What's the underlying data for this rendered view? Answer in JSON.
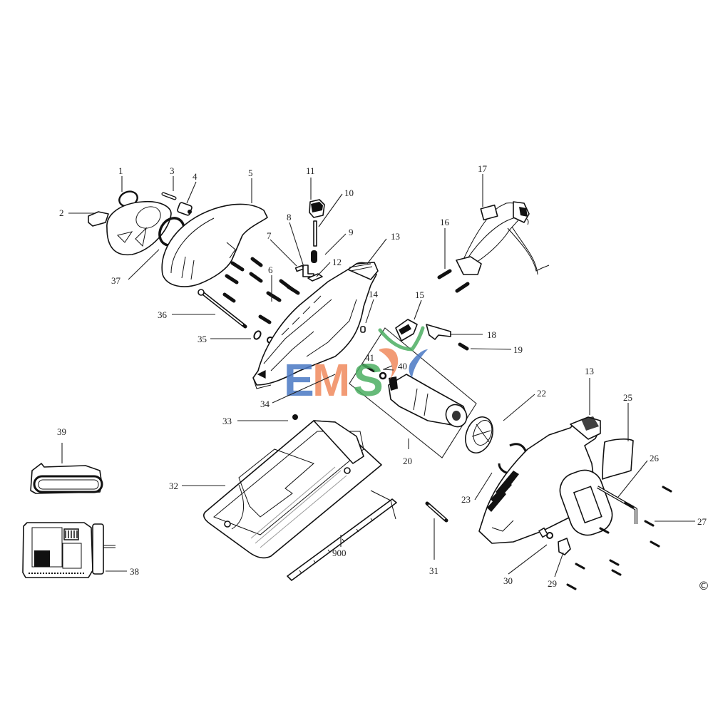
{
  "diagram": {
    "type": "exploded-parts-diagram",
    "subject": "cordless circular saw with battery and charger",
    "copyright_symbol": "©",
    "watermark": {
      "text": "EMS",
      "letters": [
        "E",
        "M",
        "S"
      ],
      "colors": {
        "E": "#4a78c4",
        "M": "#f08a5d",
        "S": "#4cae62",
        "swoosh_green": "#4cae62",
        "swoosh_orange": "#f08a5d",
        "swoosh_blue": "#4a78c4"
      }
    },
    "labels": [
      {
        "id": "1",
        "text": "1",
        "part": "o-ring"
      },
      {
        "id": "2",
        "text": "2",
        "part": "lever"
      },
      {
        "id": "3",
        "text": "3",
        "part": "pin"
      },
      {
        "id": "4",
        "text": "4",
        "part": "bushing"
      },
      {
        "id": "5",
        "text": "5",
        "part": "upper blade guard"
      },
      {
        "id": "6",
        "text": "6",
        "part": "screws"
      },
      {
        "id": "7",
        "text": "7",
        "part": "clip"
      },
      {
        "id": "8",
        "text": "8",
        "part": "bracket"
      },
      {
        "id": "9",
        "text": "9",
        "part": "spring"
      },
      {
        "id": "10",
        "text": "10",
        "part": "rod"
      },
      {
        "id": "11",
        "text": "11",
        "part": "button cap"
      },
      {
        "id": "12",
        "text": "12",
        "part": "contact plate"
      },
      {
        "id": "13",
        "text": "13",
        "part": "housing half (left)"
      },
      {
        "id": "13b",
        "text": "13",
        "part": "housing half (right)"
      },
      {
        "id": "14",
        "text": "14",
        "part": "small pin"
      },
      {
        "id": "15",
        "text": "15",
        "part": "switch"
      },
      {
        "id": "16",
        "text": "16",
        "part": "screws"
      },
      {
        "id": "17",
        "text": "17",
        "part": "wiring harness / terminal block"
      },
      {
        "id": "18",
        "text": "18",
        "part": "lock-off button"
      },
      {
        "id": "19",
        "text": "19",
        "part": "spring"
      },
      {
        "id": "20",
        "text": "20",
        "part": "motor and gearbox assembly"
      },
      {
        "id": "22",
        "text": "22",
        "part": "fan baffle"
      },
      {
        "id": "23",
        "text": "23",
        "part": "retaining ring"
      },
      {
        "id": "25",
        "text": "25",
        "part": "label"
      },
      {
        "id": "26",
        "text": "26",
        "part": "hex key"
      },
      {
        "id": "27",
        "text": "27",
        "part": "screws"
      },
      {
        "id": "29",
        "text": "29",
        "part": "spindle lock button"
      },
      {
        "id": "30",
        "text": "30",
        "part": "washer / spacer"
      },
      {
        "id": "31",
        "text": "31",
        "part": "pivot bolt"
      },
      {
        "id": "32",
        "text": "32",
        "part": "shoe / base plate"
      },
      {
        "id": "33",
        "text": "33",
        "part": "nut"
      },
      {
        "id": "34",
        "text": "34",
        "part": "lower guard assembly"
      },
      {
        "id": "35",
        "text": "35",
        "part": "washer"
      },
      {
        "id": "36",
        "text": "36",
        "part": "long bolt"
      },
      {
        "id": "37",
        "text": "37",
        "part": "spring"
      },
      {
        "id": "38",
        "text": "38",
        "part": "charger"
      },
      {
        "id": "39",
        "text": "39",
        "part": "battery pack"
      },
      {
        "id": "40",
        "text": "40",
        "part": "washer"
      },
      {
        "id": "41",
        "text": "41",
        "part": "screw"
      },
      {
        "id": "900",
        "text": "900",
        "part": "rip fence / edge guide"
      }
    ]
  }
}
